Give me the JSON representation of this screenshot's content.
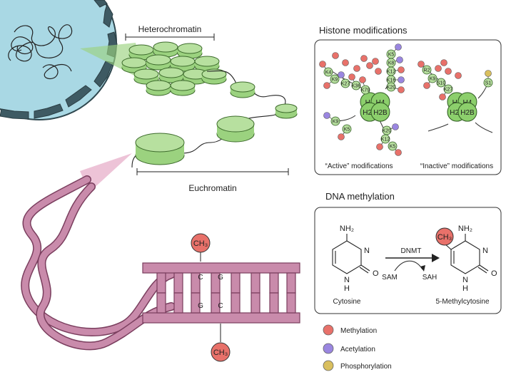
{
  "labels": {
    "heterochromatin": "Heterochromatin",
    "euchromatin": "Euchromatin",
    "histone_title": "Histone modifications",
    "dna_methylation_title": "DNA methylation",
    "active_caption": "“Active” modifications",
    "inactive_caption": "“Inactive” modifications",
    "ch3_top": "CH₃",
    "ch3_bottom": "CH₃"
  },
  "bases": {
    "top_left": "C",
    "top_right": "G",
    "bottom_left": "G",
    "bottom_right": "C"
  },
  "histones": {
    "h3": "H3",
    "h4": "H4",
    "h2a": "H2A",
    "h2b": "H2B"
  },
  "active_residues": [
    "K4",
    "K9",
    "K27",
    "K36",
    "K79",
    "K5",
    "K8",
    "K12",
    "K16",
    "K20",
    "K9",
    "K5",
    "K20",
    "K12",
    "K5"
  ],
  "inactive_residues": [
    "R2",
    "K9",
    "S10",
    "K27",
    "S1"
  ],
  "chemistry": {
    "nh2_left": "NH₂",
    "nh2_right": "NH₂",
    "n_left": "N",
    "o_left": "O",
    "h_left": "H",
    "nh_left": "N",
    "n_right": "N",
    "o_right": "O",
    "h_right": "H",
    "nh_right": "N",
    "ch3_circle": "CH₃",
    "enzyme": "DNMT",
    "sam": "SAM",
    "sah": "SAH",
    "cytosine": "Cytosine",
    "methylcytosine": "5-Methylcytosine"
  },
  "legend": [
    {
      "label": "Methylation",
      "color": "#e8716a"
    },
    {
      "label": "Acetylation",
      "color": "#9a86e0"
    },
    {
      "label": "Phosphorylation",
      "color": "#d9bf5e"
    }
  ],
  "colors": {
    "nucleosome": "#9bd27f",
    "nucleosome_stroke": "#3d6b2c",
    "dna_pink": "#c98bab",
    "dna_dark": "#7a3e5e",
    "nucleus": "#a9d8e4",
    "membrane": "#3e5a63"
  }
}
